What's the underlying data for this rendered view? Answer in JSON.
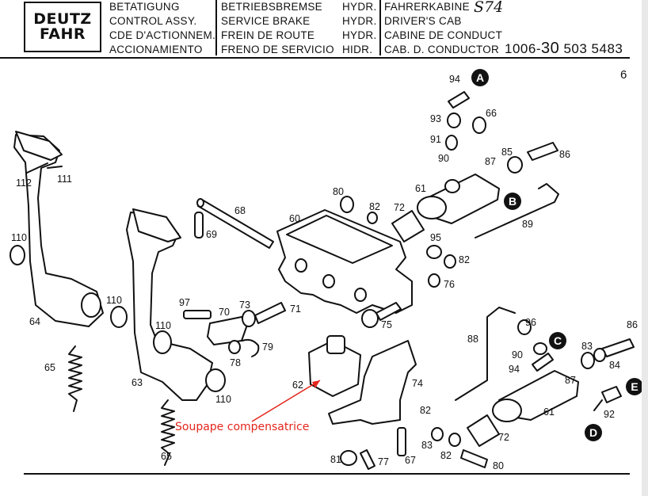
{
  "header": {
    "brand_line1": "DEUTZ",
    "brand_line2": "FAHR",
    "col1": [
      "BETATIGUNG",
      "CONTROL ASSY.",
      "CDE D'ACTIONNEM.",
      "ACCIONAMIENTO"
    ],
    "col2": [
      "BETRIEBSBREMSE",
      "SERVICE BRAKE",
      "FREIN DE ROUTE",
      "FRENO DE SERVICIO"
    ],
    "col3": [
      "HYDR.",
      "HYDR.",
      "HYDR.",
      "HIDR."
    ],
    "col4": [
      "FAHRERKABINE",
      "DRIVER'S CAB",
      "CABINE DE CONDUCT",
      "CAB. D. CONDUCTOR"
    ],
    "model": "S74",
    "doc_prefix": "1006-",
    "doc_big": "30",
    "doc_rest": "503 5483",
    "page": "6"
  },
  "callouts": [
    "A",
    "B",
    "C",
    "D",
    "E"
  ],
  "part_numbers": [
    "60",
    "61",
    "62",
    "63",
    "64",
    "65",
    "66",
    "67",
    "68",
    "69",
    "70",
    "71",
    "72",
    "73",
    "74",
    "75",
    "76",
    "77",
    "78",
    "79",
    "80",
    "81",
    "82",
    "83",
    "84",
    "85",
    "86",
    "87",
    "88",
    "89",
    "90",
    "91",
    "92",
    "93",
    "94",
    "95",
    "96",
    "97",
    "110",
    "111",
    "112"
  ],
  "annotation": "Soupape compensatrice",
  "colors": {
    "ink": "#111111",
    "annotation": "#e4261c",
    "background": "#ffffff"
  }
}
